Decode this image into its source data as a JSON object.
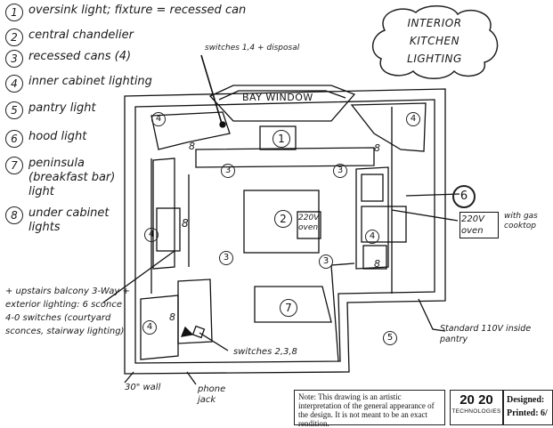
{
  "title": {
    "line1": "INTERIOR",
    "line2": "KITCHEN",
    "line3": "LIGHTING"
  },
  "legend": [
    {
      "num": "1",
      "text": "oversink light; fixture = recessed can"
    },
    {
      "num": "2",
      "text": "central chandelier"
    },
    {
      "num": "3",
      "text": "recessed cans (4)"
    },
    {
      "num": "4",
      "text": "inner cabinet lighting"
    },
    {
      "num": "5",
      "text": "pantry light"
    },
    {
      "num": "6",
      "text": "hood light"
    },
    {
      "num": "7",
      "text": "peninsula (breakfast bar) light"
    },
    {
      "num": "8",
      "text": "under cabinet lights"
    }
  ],
  "labels": {
    "bay_window": "BAY WINDOW",
    "switches_top": "switches 1,4 + disposal",
    "oven_inner": "220V oven",
    "oven_side": "220V oven",
    "gas_cooktop": "with gas cooktop",
    "pantry_note": "Standard 110V inside pantry",
    "switches_bottom": "switches 2,3,8",
    "wall_dim": "30\" wall",
    "phone_jack": "phone jack",
    "left_notes": "+ upstairs balcony 3-Way + exterior lighting: 6 sconce 4-0 switches (courtyard sconces, stairway lighting)"
  },
  "markers": {
    "m1": "1",
    "m2": "2",
    "m3": "3",
    "m4": "4",
    "m5": "5",
    "m6": "6",
    "m7": "7",
    "m8": "8"
  },
  "footer": {
    "note": "Note: This drawing is an artistic interpretation of the general appearance of the design. It is not meant to be an exact rendition.",
    "logo_big": "20 20",
    "logo_small": "TECHNOLOGIES",
    "designed_label": "Designed:",
    "printed_label": "Printed: 6/"
  }
}
